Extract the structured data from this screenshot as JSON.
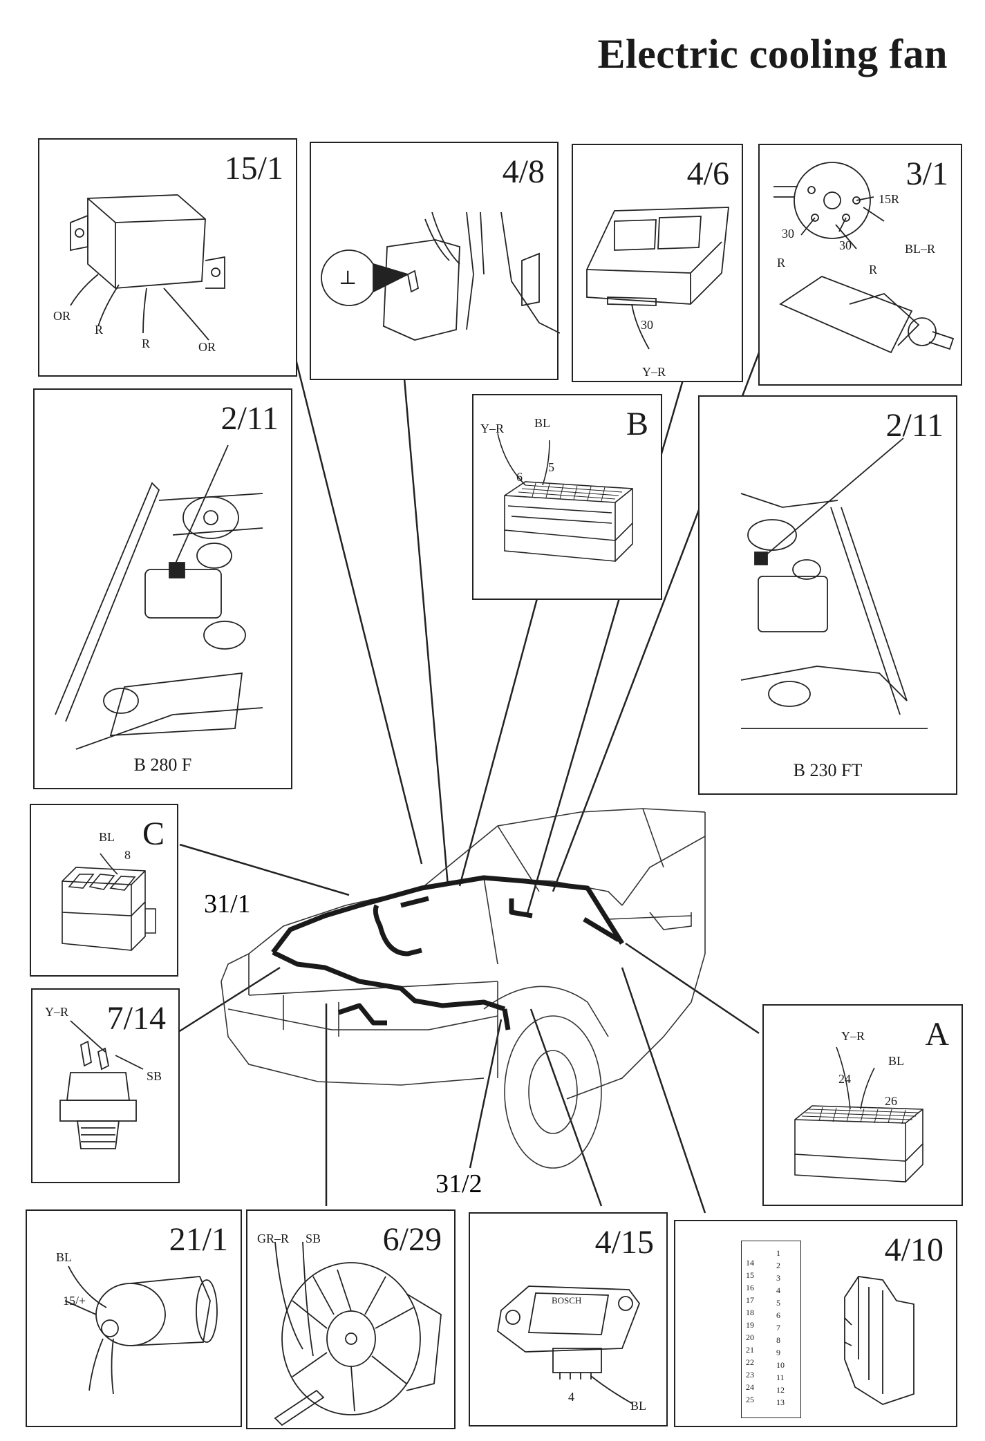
{
  "title": "Electric cooling fan",
  "panels": {
    "p15_1": {
      "id": "15/1",
      "labels": [
        "OR",
        "R",
        "R",
        "OR"
      ]
    },
    "p4_8": {
      "id": "4/8",
      "ground_symbol": "⊥"
    },
    "p4_6": {
      "id": "4/6",
      "labels": [
        "30",
        "Y–R"
      ]
    },
    "p3_1": {
      "id": "3/1",
      "labels": [
        "15R",
        "30",
        "30",
        "R",
        "R",
        "BL–R"
      ]
    },
    "p2_11_left": {
      "id": "2/11",
      "caption": "B 280 F"
    },
    "pB": {
      "id": "B",
      "labels": [
        "Y–R",
        "BL",
        "6",
        "5"
      ]
    },
    "p2_11_right": {
      "id": "2/11",
      "caption": "B 230 FT"
    },
    "pC": {
      "id": "C",
      "labels": [
        "BL",
        "8"
      ]
    },
    "p7_14": {
      "id": "7/14",
      "labels": [
        "Y–R",
        "SB"
      ]
    },
    "pA": {
      "id": "A",
      "labels": [
        "Y–R",
        "BL",
        "24",
        "26"
      ]
    },
    "p21_1": {
      "id": "21/1",
      "labels": [
        "BL",
        "15/+"
      ]
    },
    "p6_29": {
      "id": "6/29",
      "labels": [
        "GR–R",
        "SB"
      ]
    },
    "p4_15": {
      "id": "4/15",
      "labels": [
        "BOSCH",
        "4",
        "BL"
      ]
    },
    "p4_10": {
      "id": "4/10",
      "pins_left": [
        "14",
        "15",
        "16",
        "17",
        "18",
        "19",
        "20",
        "21",
        "22",
        "23",
        "24",
        "25"
      ],
      "pins_right": [
        "1",
        "2",
        "3",
        "4",
        "5",
        "6",
        "7",
        "8",
        "9",
        "10",
        "11",
        "12",
        "13"
      ]
    }
  },
  "car_labels": {
    "harness_1": "31/1",
    "harness_2": "31/2"
  }
}
